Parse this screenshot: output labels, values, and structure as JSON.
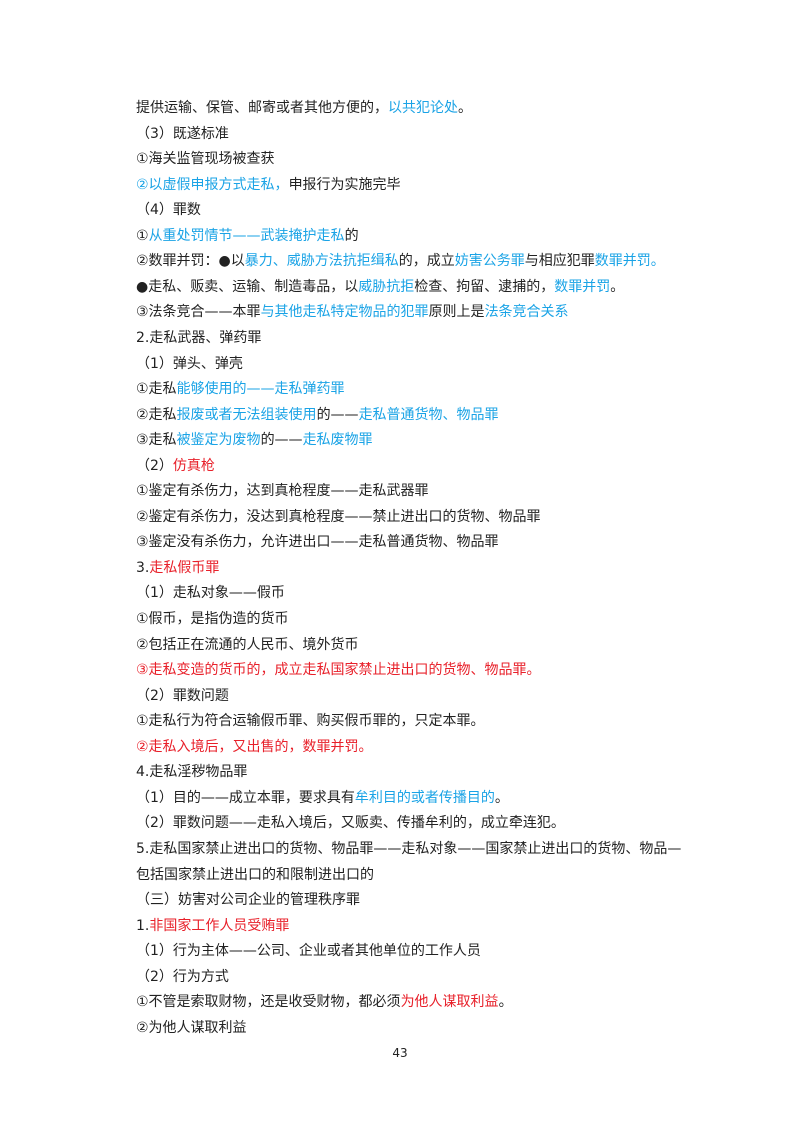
{
  "colors": {
    "text": "#222222",
    "blue": "#1aa3e6",
    "red": "#e8202a"
  },
  "lines": [
    [
      {
        "t": "提供运输、保管、邮寄或者其他方便的，"
      },
      {
        "t": "以共犯论处",
        "c": "blue"
      },
      {
        "t": "。"
      }
    ],
    [
      {
        "t": "（3）既遂标准"
      }
    ],
    [
      {
        "t": "①海关监管现场被查获"
      }
    ],
    [
      {
        "t": "②以虚假申报方式走私，",
        "c": "blue"
      },
      {
        "t": "申报行为实施完毕"
      }
    ],
    [
      {
        "t": "（4）罪数"
      }
    ],
    [
      {
        "t": "①"
      },
      {
        "t": "从重处罚情节——武装掩护走私",
        "c": "blue"
      },
      {
        "t": "的"
      }
    ],
    [
      {
        "t": "②数罪并罚：●以"
      },
      {
        "t": "暴力、威胁方法抗拒缉私",
        "c": "blue"
      },
      {
        "t": "的，成立"
      },
      {
        "t": "妨害公务罪",
        "c": "blue"
      },
      {
        "t": "与相应犯罪"
      },
      {
        "t": "数罪并罚。",
        "c": "blue"
      }
    ],
    [
      {
        "t": "●走私、贩卖、运输、制造毒品，以"
      },
      {
        "t": "威胁抗拒",
        "c": "blue"
      },
      {
        "t": "检查、拘留、逮捕的，"
      },
      {
        "t": "数罪并罚",
        "c": "blue"
      },
      {
        "t": "。"
      }
    ],
    [
      {
        "t": "③法条竞合——本罪"
      },
      {
        "t": "与其他走私特定物品的犯罪",
        "c": "blue"
      },
      {
        "t": "原则上是"
      },
      {
        "t": "法条竞合关系",
        "c": "blue"
      }
    ],
    [
      {
        "t": "2.走私武器、弹药罪"
      }
    ],
    [
      {
        "t": "（1）弹头、弹壳"
      }
    ],
    [
      {
        "t": "①走私"
      },
      {
        "t": "能够使用的——走私弹药罪",
        "c": "blue"
      }
    ],
    [
      {
        "t": "②走私"
      },
      {
        "t": "报废或者无法组装使用",
        "c": "blue"
      },
      {
        "t": "的——"
      },
      {
        "t": "走私普通货物、物品罪",
        "c": "blue"
      }
    ],
    [
      {
        "t": "③走私"
      },
      {
        "t": "被鉴定为废物",
        "c": "blue"
      },
      {
        "t": "的——"
      },
      {
        "t": "走私废物罪",
        "c": "blue"
      }
    ],
    [
      {
        "t": "（2）"
      },
      {
        "t": "仿真枪",
        "c": "red"
      }
    ],
    [
      {
        "t": "①鉴定有杀伤力，达到真枪程度——走私武器罪"
      }
    ],
    [
      {
        "t": "②鉴定有杀伤力，没达到真枪程度——禁止进出口的货物、物品罪"
      }
    ],
    [
      {
        "t": "③鉴定没有杀伤力，允许进出口——走私普通货物、物品罪"
      }
    ],
    [
      {
        "t": "3."
      },
      {
        "t": "走私假币罪",
        "c": "red"
      }
    ],
    [
      {
        "t": "（1）走私对象——假币"
      }
    ],
    [
      {
        "t": "①假币，是指伪造的货币"
      }
    ],
    [
      {
        "t": "②包括正在流通的人民币、境外货币"
      }
    ],
    [
      {
        "t": "③走私变造的货币的，成立走私国家禁止进出口的货物、物品罪。",
        "c": "red"
      }
    ],
    [
      {
        "t": "（2）罪数问题"
      }
    ],
    [
      {
        "t": "①走私行为符合运输假币罪、购买假币罪的，只定本罪。"
      }
    ],
    [
      {
        "t": "②走私入境后，又出售的，数罪并罚。",
        "c": "red"
      }
    ],
    [
      {
        "t": "4.走私淫秽物品罪"
      }
    ],
    [
      {
        "t": "（1）目的——成立本罪，要求具有"
      },
      {
        "t": "牟利目的或者传播目的",
        "c": "blue"
      },
      {
        "t": "。"
      }
    ],
    [
      {
        "t": "（2）罪数问题——走私入境后，又贩卖、传播牟利的，成立牵连犯。"
      }
    ],
    [
      {
        "t": "5.走私国家禁止进出口的货物、物品罪——走私对象——国家禁止进出口的货物、物品—"
      }
    ],
    [
      {
        "t": "包括国家禁止进出口的和限制进出口的"
      }
    ],
    [
      {
        "t": "（三）妨害对公司企业的管理秩序罪"
      }
    ],
    [
      {
        "t": "1."
      },
      {
        "t": "非国家工作人员受贿罪",
        "c": "red"
      }
    ],
    [
      {
        "t": "（1）行为主体——公司、企业或者其他单位的工作人员"
      }
    ],
    [
      {
        "t": "（2）行为方式"
      }
    ],
    [
      {
        "t": "①不管是索取财物，还是收受财物，都必须"
      },
      {
        "t": "为他人谋取利益",
        "c": "red"
      },
      {
        "t": "。"
      }
    ],
    [
      {
        "t": "②为他人谋取利益"
      }
    ]
  ],
  "page_number": "43"
}
